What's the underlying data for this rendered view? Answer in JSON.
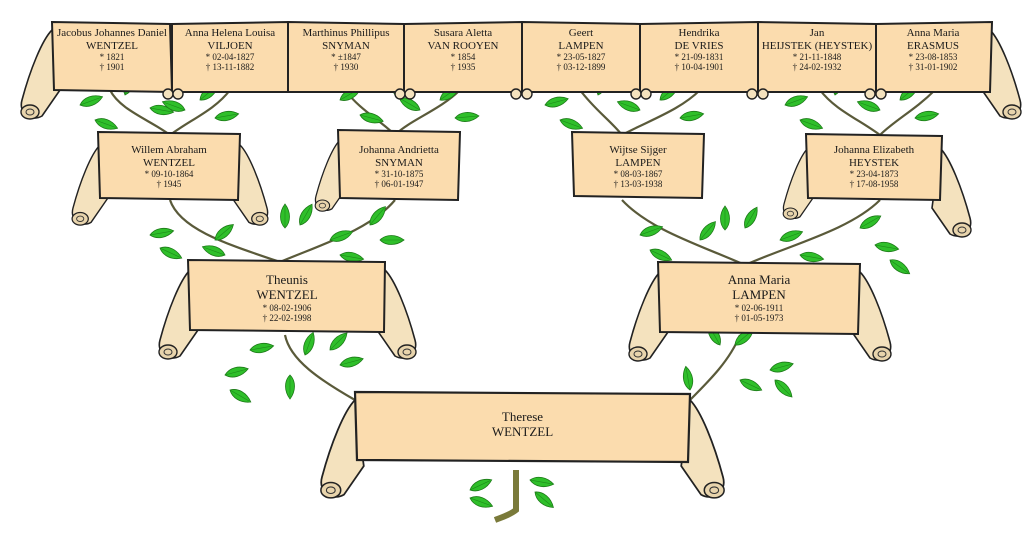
{
  "title": "Family tree of Therese Wentzel",
  "colors": {
    "parchment": "#fbdcae",
    "parchment_dark": "#efcf9c",
    "ink": "#1a1a1a",
    "leaf": "#2fbf2a",
    "leaf_dark": "#1d8a1a",
    "branch": "#5a5a3a"
  },
  "symbols": {
    "born": "*",
    "died": "†"
  },
  "generation_4": [
    {
      "given": "Jacobus Johannes Daniel",
      "surname": "WENTZEL",
      "born": "* 1821",
      "died": "† 1901"
    },
    {
      "given": "Anna Helena Louisa",
      "surname": "VILJOEN",
      "born": "* 02-04-1827",
      "died": "† 13-11-1882"
    },
    {
      "given": "Marthinus Phillipus",
      "surname": "SNYMAN",
      "born": "* ±1847",
      "died": "† 1930"
    },
    {
      "given": "Susara Aletta",
      "surname": "VAN ROOYEN",
      "born": "* 1854",
      "died": "† 1935"
    },
    {
      "given": "Geert",
      "surname": "LAMPEN",
      "born": "* 23-05-1827",
      "died": "† 03-12-1899"
    },
    {
      "given": "Hendrika",
      "surname": "DE VRIES",
      "born": "* 21-09-1831",
      "died": "† 10-04-1901"
    },
    {
      "given": "Jan",
      "surname": "HEIJSTEK (HEYSTEK)",
      "born": "* 21-11-1848",
      "died": "† 24-02-1932"
    },
    {
      "given": "Anna Maria",
      "surname": "ERASMUS",
      "born": "* 23-08-1853",
      "died": "† 31-01-1902"
    }
  ],
  "generation_3": [
    {
      "given": "Willem Abraham",
      "surname": "WENTZEL",
      "born": "* 09-10-1864",
      "died": "† 1945"
    },
    {
      "given": "Johanna Andrietta",
      "surname": "SNYMAN",
      "born": "* 31-10-1875",
      "died": "† 06-01-1947"
    },
    {
      "given": "Wijtse Sijger",
      "surname": "LAMPEN",
      "born": "* 08-03-1867",
      "died": "† 13-03-1938"
    },
    {
      "given": "Johanna Elizabeth",
      "surname": "HEYSTEK",
      "born": "* 23-04-1873",
      "died": "† 17-08-1958"
    }
  ],
  "generation_2": [
    {
      "given": "Theunis",
      "surname": "WENTZEL",
      "born": "* 08-02-1906",
      "died": "† 22-02-1998"
    },
    {
      "given": "Anna Maria",
      "surname": "LAMPEN",
      "born": "* 02-06-1911",
      "died": "† 01-05-1973"
    }
  ],
  "generation_1": [
    {
      "given": "Therese",
      "surname": "WENTZEL"
    }
  ]
}
